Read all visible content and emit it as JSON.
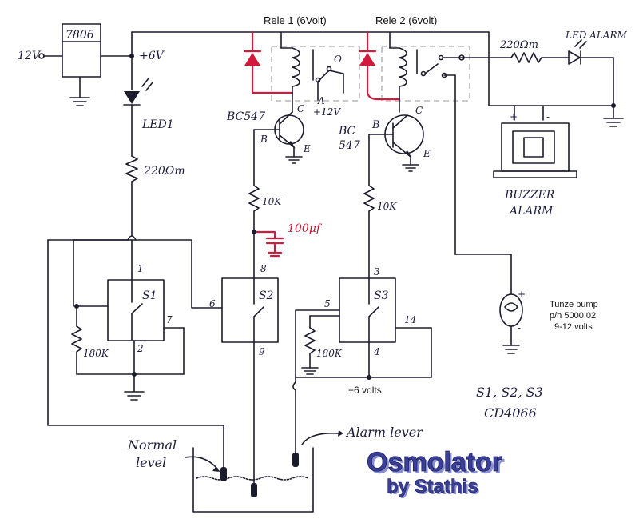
{
  "colors": {
    "ink": "#1b1b2e",
    "red": "#d21a3c",
    "title_fill": "#3a3f9a",
    "title_shadow": "#8a8fd0"
  },
  "labels": {
    "v12_in": "12V",
    "regulator": "7806",
    "v6": "+6V",
    "led1": "LED1",
    "r_led": "220Ωm",
    "relay1": "Rele 1 (6Volt)",
    "relay2": "Rele 2 (6volt)",
    "r_alarm": "220Ωm",
    "led_alarm": "LED ALARM",
    "bc547_1": "BC547",
    "bc547_2a": "BC",
    "bc547_2b": "547",
    "pin_b1": "B",
    "pin_c1": "C",
    "pin_e1": "E",
    "pin_b2": "B",
    "pin_c2": "C",
    "pin_e2": "E",
    "point_a": "A",
    "v12_relay": "+12V",
    "zero": "O",
    "buzzer1": "BUZZER",
    "buzzer2": "ALARM",
    "plus": "+",
    "minus": "-",
    "r10k_1": "10K",
    "r10k_2": "10K",
    "cap": "100μf",
    "s1": "S1",
    "s2": "S2",
    "s3": "S3",
    "p1": "1",
    "p2": "2",
    "p3": "3",
    "p4": "4",
    "p5": "5",
    "p6": "6",
    "p7": "7",
    "p8": "8",
    "p9": "9",
    "p14": "14",
    "r180k_1": "180K",
    "r180k_2": "180K",
    "v6_bottom": "+6 volts",
    "pump1": "Tunze pump",
    "pump2": "p/n 5000.02",
    "pump3": "9-12 volts",
    "pump_plus": "+",
    "pump_minus": "-",
    "chips1": "S1, S2, S3",
    "chips2": "CD4066",
    "normal1": "Normal",
    "normal2": "level",
    "alarm_level": "Alarm lever",
    "title": "Osmolator",
    "subtitle": "by Stathis"
  }
}
